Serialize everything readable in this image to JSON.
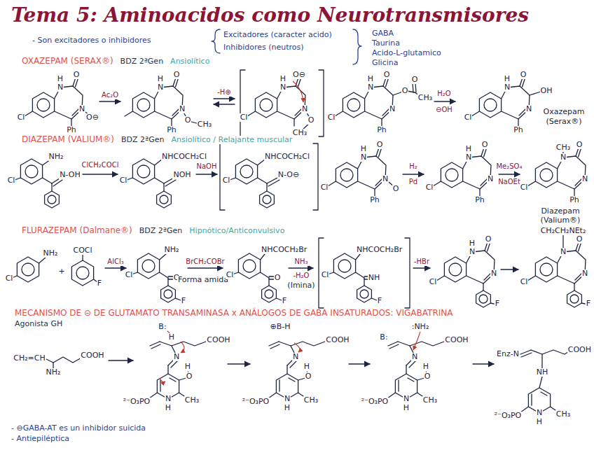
{
  "diagram": {
    "title": "Tema 5: Aminoacidos como Neurotransmisores",
    "labels": [
      "- Son excitadores o inhibidores",
      "Excitadores (caracter acido)",
      "Inhibidores (neutros)",
      "GABA",
      "Taurina",
      "Acido-L-glutamico",
      "Glicina",
      "OXAZEPAM (SERAX®)",
      "BDZ 2ªGen",
      "Ansiolítico",
      "Cl",
      "N",
      "H",
      "O",
      "N",
      "O⊖",
      "Ph",
      "Ac₂O",
      "N",
      "H",
      "O",
      "N",
      "O",
      "CH₃",
      "Ph",
      "-H⊕",
      "Cl",
      "N",
      "H",
      "O⊖",
      "N",
      "O",
      "CH₃",
      "Cl",
      "N",
      "H",
      "O",
      "N",
      "Ph",
      "O",
      "O",
      "CH₃",
      "H₂O",
      "⊖OH",
      "Cl",
      "N",
      "H",
      "O",
      "N",
      "Ph",
      "OH",
      "Oxazepam",
      "(Serax®)",
      "DIAZEPAM (VALIUM®)",
      "BDZ 2ªGen",
      "Ansiolítico / Relajante muscular",
      "Cl",
      "NH₂",
      "N-OH",
      "ClCH₂COCl",
      "Cl",
      "NHCOCH₂Cl",
      "NOH",
      "NaOH",
      "Cl",
      "NHCOCH₂Cl",
      "N-O⊖",
      "Cl",
      "N",
      "H",
      "O",
      "N",
      "O",
      "Ph",
      "H₂",
      "Pd",
      "Cl",
      "N",
      "H",
      "O",
      "N",
      "Ph",
      "Me₂SO₄",
      "NaOEt",
      "Cl",
      "N",
      "CH₃",
      "O",
      "N",
      "Ph",
      "Diazepam",
      "(Valium®)",
      "FLURAZEPAM (Dalmane®)",
      "BDZ 2ªGen",
      "Hipnótico/Anticonvulsivo",
      "Cl",
      "NH₂",
      "+",
      "COCl",
      "F",
      "AlCl₃",
      "Cl",
      "NH₂",
      "O",
      "F",
      "Forma amida",
      "BrCH₂COBr",
      "Cl",
      "NHCOCH₂Br",
      "O",
      "F",
      "NH₃",
      "-H₂O",
      "(Imina)",
      "Cl",
      "NHCOCH₂Br",
      "NH",
      "F",
      "-HBr",
      "Cl",
      "N",
      "H",
      "O",
      "N",
      "F",
      "Cl",
      "N",
      "CH₂CH₂NEt₂",
      "O",
      "N",
      "F",
      "MECANISMO DE ⊝ DE GLUTAMATO TRANSAMINASA x ANÁLOGOS DE GABA INSATURADOS: VIGABATRINA",
      "Agonista GH",
      "CH₂=CH",
      "COOH",
      "NH₂",
      "B:",
      "H",
      "COOH",
      "N",
      "H",
      "O",
      "N",
      "H",
      "CH₃",
      "²⁻O₃PO",
      "⊕B-H",
      "COOH",
      "N",
      "H",
      "O",
      "N",
      "H",
      "CH₃",
      "²⁻O₃PO",
      "B:",
      ":NH₂",
      "COOH",
      "N",
      "H",
      "O",
      "N",
      "H",
      "CH₃",
      "²⁻O₃PO",
      "Enz-N",
      "COOH",
      "NH",
      "N",
      "H",
      "CH₃",
      "²⁻O₃PO",
      "- ⊖GABA-AT es un inhibidor suicida",
      "- Antiepiléptica"
    ]
  }
}
